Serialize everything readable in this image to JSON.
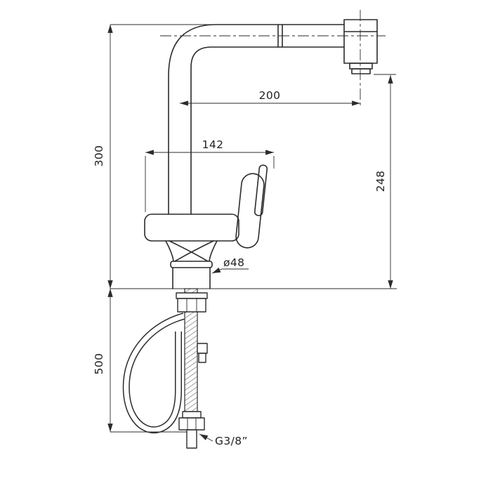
{
  "drawing": {
    "subject": "kitchen-mixer-tap-installation-drawing",
    "background": "#ffffff",
    "line_color": "#2b2b2b",
    "labels": {
      "upper_height": "300",
      "lower_height": "500",
      "spout_reach": "200",
      "body_depth": "142",
      "outlet_height": "248",
      "base_diameter": "ø48",
      "supply_thread": "G3/8”"
    }
  }
}
